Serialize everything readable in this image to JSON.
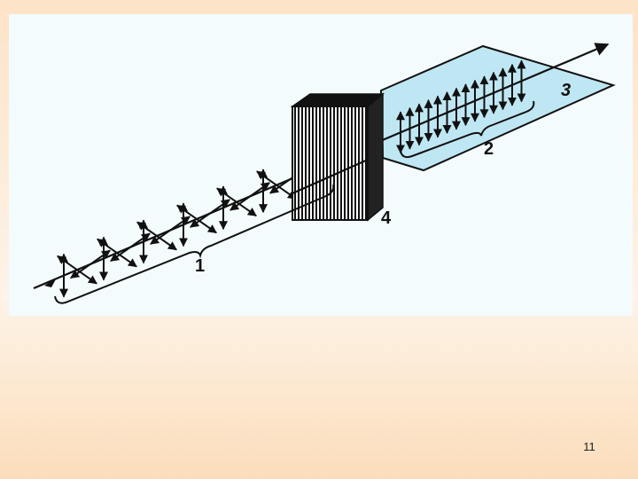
{
  "figure": {
    "labels": {
      "unpolarized_light": "1",
      "polarized_light": "2",
      "polarization_plane": "3",
      "crystal": "4"
    },
    "colors": {
      "plane_fill": "#bfe7f3",
      "panel_background": "#f4fbfd",
      "ink": "#111111"
    }
  },
  "page_number": "11"
}
